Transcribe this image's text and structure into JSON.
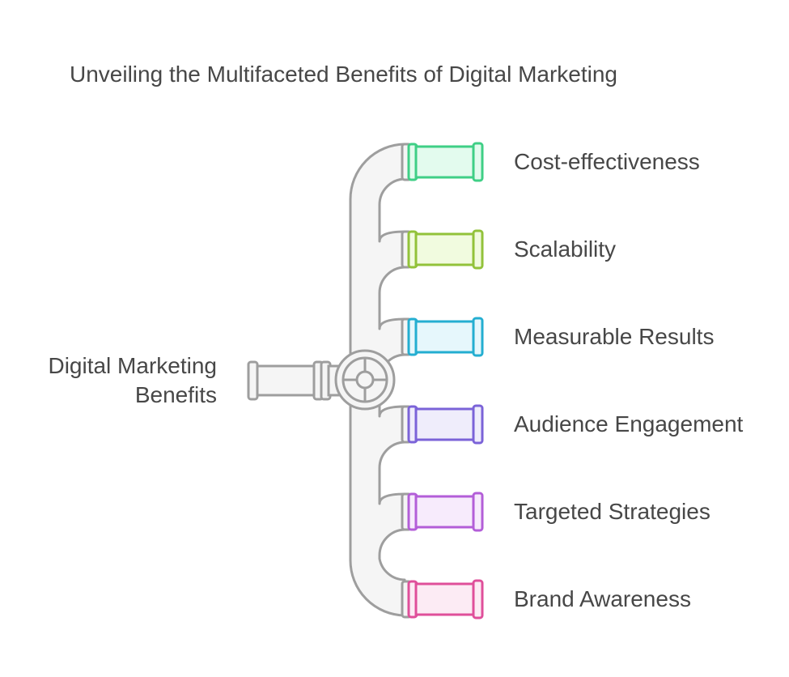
{
  "title": "Unveiling the Multifaceted Benefits of Digital Marketing",
  "source": {
    "label": "Digital Marketing Benefits"
  },
  "pipe_colors": {
    "stroke": "#9e9e9e",
    "fill": "#f5f5f5"
  },
  "branches": [
    {
      "label": "Cost-effectiveness",
      "stroke": "#3fcf86",
      "fill": "#e3fbee"
    },
    {
      "label": "Scalability",
      "stroke": "#92c23a",
      "fill": "#f1fbdf"
    },
    {
      "label": "Measurable Results",
      "stroke": "#24aed1",
      "fill": "#e6f7fc"
    },
    {
      "label": "Audience Engagement",
      "stroke": "#7b63d8",
      "fill": "#efedfb"
    },
    {
      "label": "Targeted Strategies",
      "stroke": "#b35ed8",
      "fill": "#f7ebfc"
    },
    {
      "label": "Brand Awareness",
      "stroke": "#df4f9a",
      "fill": "#fcebf4"
    }
  ]
}
